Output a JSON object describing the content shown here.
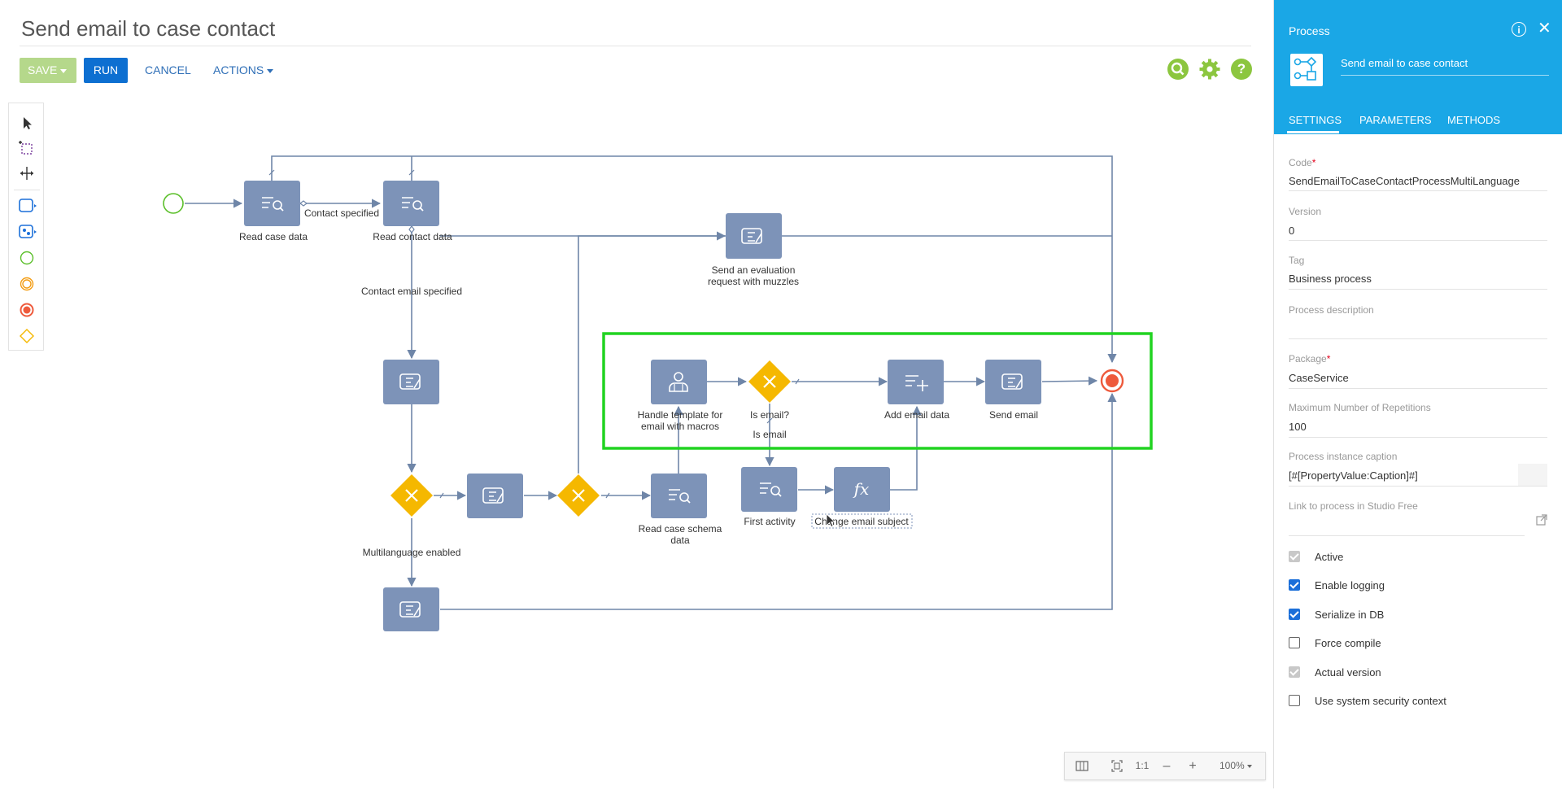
{
  "header": {
    "title": "Send email to case contact",
    "save_label": "SAVE",
    "run_label": "RUN",
    "cancel_label": "CANCEL",
    "actions_label": "ACTIONS",
    "search_glyph": "⌕",
    "settings_glyph": "⚙",
    "help_glyph": "?"
  },
  "diagram": {
    "nodes": {
      "read_case_data": "Read case data",
      "read_contact_data": "Read contact data",
      "send_evaluation_1": "Send an evaluation",
      "send_evaluation_2": "request with muzzles",
      "handle_template_1": "Handle template for",
      "handle_template_2": "email with macros",
      "is_email": "Is email?",
      "add_email_data": "Add email data",
      "send_email": "Send email",
      "read_case_schema_1": "Read case schema",
      "read_case_schema_2": "data",
      "first_activity": "First activity",
      "change_email_subject": "Change email subject"
    },
    "flows": {
      "contact_specified": "Contact specified",
      "contact_email_specified": "Contact email specified",
      "multilanguage_enabled": "Multilanguage enabled",
      "is_email": "Is email"
    },
    "formula_glyph": "fx"
  },
  "zoom": {
    "fit_label": "1:1",
    "minus": "–",
    "plus": "+",
    "level": "100%"
  },
  "panel": {
    "title": "Process",
    "info_glyph": "i",
    "close_glyph": "✕",
    "process_name": "Send email to case contact",
    "tabs": [
      "SETTINGS",
      "PARAMETERS",
      "METHODS"
    ],
    "fields": {
      "code_label": "Code",
      "code_value": "SendEmailToCaseContactProcessMultiLanguage",
      "version_label": "Version",
      "version_value": "0",
      "tag_label": "Tag",
      "tag_value": "Business process",
      "description_label": "Process description",
      "package_label": "Package",
      "package_value": "CaseService",
      "max_rep_label": "Maximum Number of Repetitions",
      "max_rep_value": "100",
      "caption_label": "Process instance caption",
      "caption_value": "[#[PropertyValue:Caption]#]",
      "link_label": "Link to process in Studio Free",
      "required_mark": "*"
    },
    "checkboxes": [
      {
        "label": "Active",
        "checked": true,
        "disabled": true
      },
      {
        "label": "Enable logging",
        "checked": true,
        "disabled": false
      },
      {
        "label": "Serialize in DB",
        "checked": true,
        "disabled": false
      },
      {
        "label": "Force compile",
        "checked": false,
        "disabled": false
      },
      {
        "label": "Actual version",
        "checked": true,
        "disabled": true
      },
      {
        "label": "Use system security context",
        "checked": false,
        "disabled": false
      }
    ]
  },
  "colors": {
    "task": "#7d93b8",
    "gateway": "#f5b800",
    "flow": "#6f86a8",
    "highlight": "#21d321",
    "panel": "#1aa7e6",
    "save": "#b5d88b",
    "run": "#0d6fd1",
    "end_event": "#ee5a3c",
    "start_event": "#5bbf2a"
  }
}
